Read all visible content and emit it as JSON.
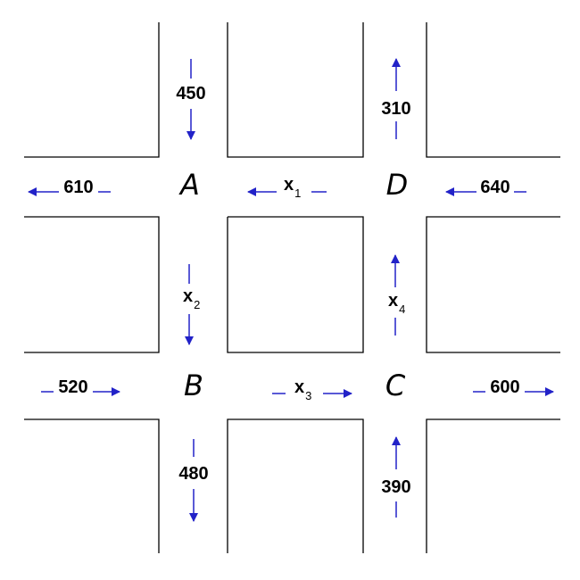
{
  "colors": {
    "arrow": "#2222c8",
    "wall": "#000000"
  },
  "intersections": [
    "A",
    "D",
    "B",
    "C"
  ],
  "flows": {
    "a_north_in": "450",
    "d_north_out": "310",
    "a_west_out": "610",
    "d_east_in": "640",
    "b_west_in": "520",
    "c_east_out": "600",
    "b_south_out": "480",
    "c_south_in": "390"
  },
  "unknowns": {
    "x1": {
      "var": "x",
      "sub": "1"
    },
    "x2": {
      "var": "x",
      "sub": "2"
    },
    "x3": {
      "var": "x",
      "sub": "3"
    },
    "x4": {
      "var": "x",
      "sub": "4"
    }
  }
}
